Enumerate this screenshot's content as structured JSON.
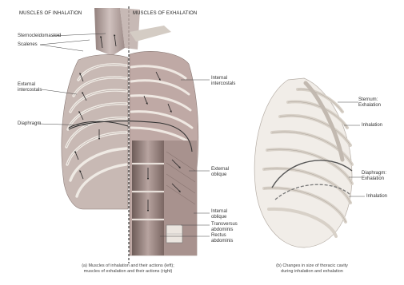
{
  "headers": {
    "inhalation": "MUSCLES OF INHALATION",
    "exhalation": "MUSCLES OF EXHALATION"
  },
  "labels": {
    "sternocleidomastoid": "Sternocleidomastoid",
    "scalenes": "Scalenes",
    "external_intercostals_1": "External",
    "external_intercostals_2": "intercostals",
    "diaphragm": "Diaphragm",
    "internal_intercostals_1": "Internal",
    "internal_intercostals_2": "intercostals",
    "external_oblique_1": "External",
    "external_oblique_2": "oblique",
    "internal_oblique_1": "Internal",
    "internal_oblique_2": "oblique",
    "transversus_1": "Transversus",
    "transversus_2": "abdominis",
    "rectus_1": "Rectus",
    "rectus_2": "abdominis",
    "sternum_1": "Sternum:",
    "sternum_2": "Exhalation",
    "sternum_inhalation": "Inhalation",
    "diaphragm_right_1": "Diaphragm:",
    "diaphragm_right_2": "Exhalation",
    "diaphragm_inhalation": "Inhalation"
  },
  "captions": {
    "a_line1": "(a) Muscles of inhalation and their actions (left);",
    "a_line2": "muscles of exhalation and their actions (right)",
    "b_line1": "(b) Changes in size of thoracic cavity",
    "b_line2": "during inhalation and exhalation"
  },
  "colors": {
    "rib": "#d9d4cc",
    "muscle_light": "#c9b5b0",
    "muscle_dark": "#9c8079",
    "leader": "#444444"
  }
}
